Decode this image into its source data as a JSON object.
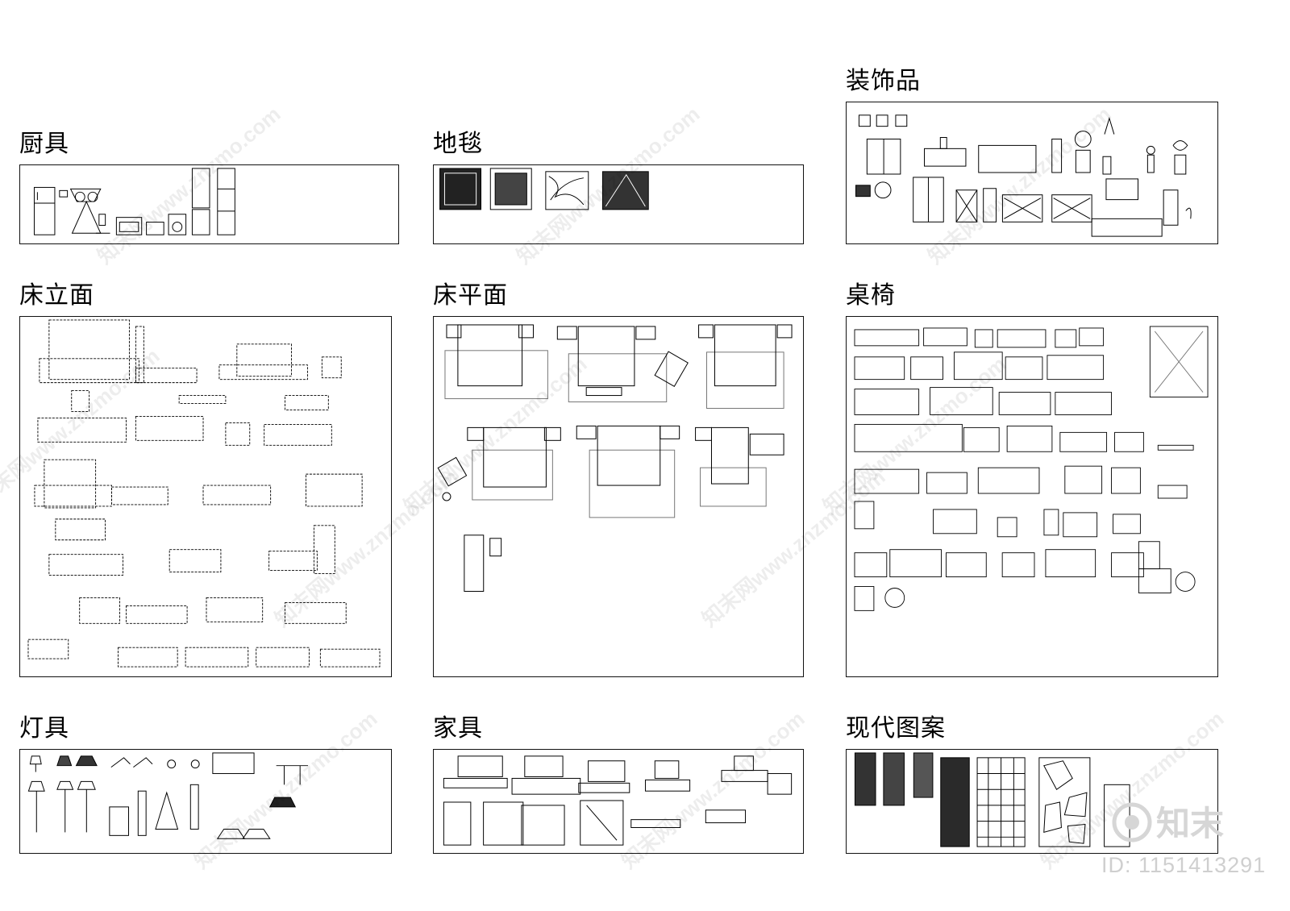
{
  "sections": {
    "kitchen": "厨具",
    "carpet": "地毯",
    "decor": "装饰品",
    "bed_elevation": "床立面",
    "bed_plan": "床平面",
    "tables_chairs": "桌椅",
    "lamps": "灯具",
    "furniture": "家具",
    "modern_patterns": "现代图案"
  },
  "watermark": {
    "text": "知末网www.znzmo.com",
    "logo_text": "知末",
    "id_text": "ID: 1151413291"
  }
}
